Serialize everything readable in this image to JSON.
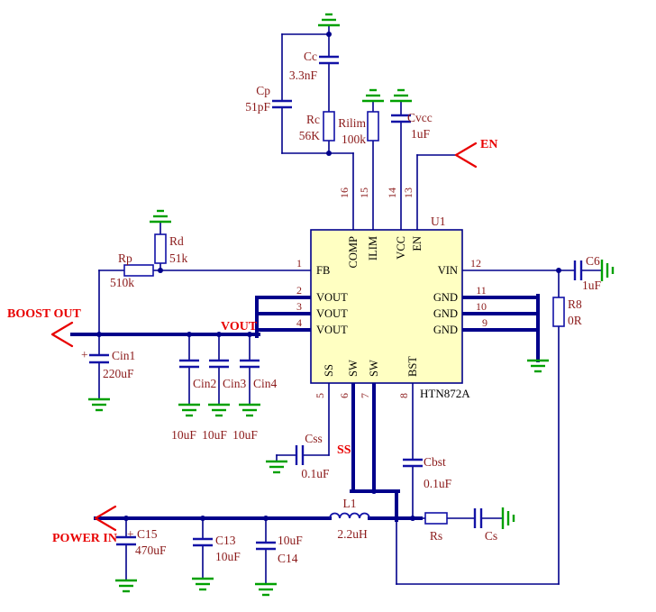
{
  "ic": {
    "designator": "U1",
    "part": "HTN872A",
    "pins": {
      "left": [
        {
          "num": "1",
          "name": "FB"
        },
        {
          "num": "2",
          "name": "VOUT"
        },
        {
          "num": "3",
          "name": "VOUT"
        },
        {
          "num": "4",
          "name": "VOUT"
        }
      ],
      "top": [
        {
          "num": "16",
          "name": "COMP"
        },
        {
          "num": "15",
          "name": "ILIM"
        },
        {
          "num": "14",
          "name": "VCC"
        },
        {
          "num": "13",
          "name": "EN"
        }
      ],
      "right": [
        {
          "num": "12",
          "name": "VIN"
        },
        {
          "num": "11",
          "name": "GND"
        },
        {
          "num": "10",
          "name": "GND"
        },
        {
          "num": "9",
          "name": "GND"
        }
      ],
      "bottom": [
        {
          "num": "5",
          "name": "SS"
        },
        {
          "num": "6",
          "name": "SW"
        },
        {
          "num": "7",
          "name": "SW"
        },
        {
          "num": "8",
          "name": "BST"
        }
      ]
    }
  },
  "components": {
    "cc": {
      "ref": "Cc",
      "value": "3.3nF"
    },
    "cp": {
      "ref": "Cp",
      "value": "51pF"
    },
    "rc": {
      "ref": "Rc",
      "value": "56K"
    },
    "rilim": {
      "ref": "Rilim",
      "value": "100k"
    },
    "cvcc": {
      "ref": "Cvcc",
      "value": "1uF"
    },
    "rd": {
      "ref": "Rd",
      "value": "51k"
    },
    "rp": {
      "ref": "Rp",
      "value": "510k"
    },
    "c6": {
      "ref": "C6",
      "value": "1uF"
    },
    "r8": {
      "ref": "R8",
      "value": "0R"
    },
    "cin1": {
      "ref": "Cin1",
      "value": "220uF",
      "polarity": "+"
    },
    "cin2": {
      "ref": "Cin2",
      "value": "10uF"
    },
    "cin3": {
      "ref": "Cin3",
      "value": "10uF"
    },
    "cin4": {
      "ref": "Cin4",
      "value": "10uF"
    },
    "css": {
      "ref": "Css",
      "value": "0.1uF"
    },
    "cbst": {
      "ref": "Cbst",
      "value": "0.1uF"
    },
    "l1": {
      "ref": "L1",
      "value": "2.2uH"
    },
    "rs": {
      "ref": "Rs"
    },
    "cs": {
      "ref": "Cs"
    },
    "c15": {
      "ref": "C15",
      "value": "470uF",
      "polarity": "+"
    },
    "c13": {
      "ref": "C13",
      "value": "10uF"
    },
    "c14": {
      "ref": "C14",
      "value": "10uF"
    }
  },
  "ports": {
    "boost_out": "BOOST OUT",
    "power_in": "POWER IN",
    "en": "EN"
  },
  "net_labels": {
    "vout": "VOUT",
    "ss": "SS"
  },
  "colors": {
    "wire": "#00008B",
    "component": "#1212A6",
    "ground": "#00A000",
    "label": "#8B1A1A",
    "port": "#E80000",
    "ic_fill": "#FFFFC2"
  }
}
